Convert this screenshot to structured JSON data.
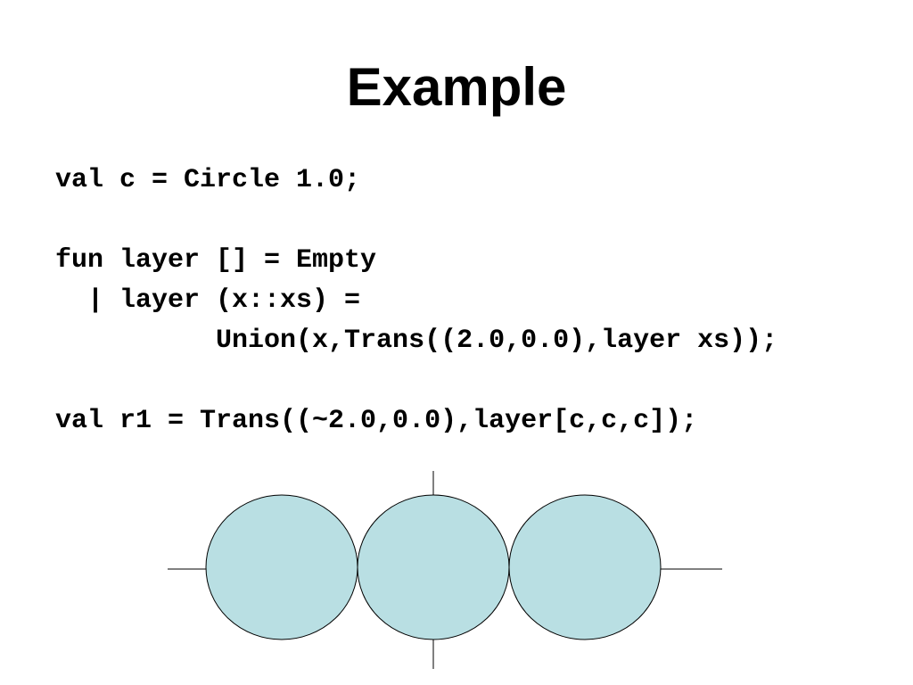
{
  "slide": {
    "title": "Example"
  },
  "code": {
    "lines": [
      "val c = Circle 1.0;",
      "",
      "fun layer [] = Empty",
      "  | layer (x::xs) =",
      "          Union(x,Trans((2.0,0.0),layer xs));",
      "",
      "val r1 = Trans((~2.0,0.0),layer[c,c,c]);"
    ]
  },
  "diagram": {
    "circle_fill": "#b9dfe3",
    "circle_stroke": "#000000",
    "axis_color": "#000000",
    "circles": [
      {
        "center_x": -2.0,
        "center_y": 0.0,
        "radius": 1.0
      },
      {
        "center_x": 0.0,
        "center_y": 0.0,
        "radius": 1.0
      },
      {
        "center_x": 2.0,
        "center_y": 0.0,
        "radius": 1.0
      }
    ]
  }
}
